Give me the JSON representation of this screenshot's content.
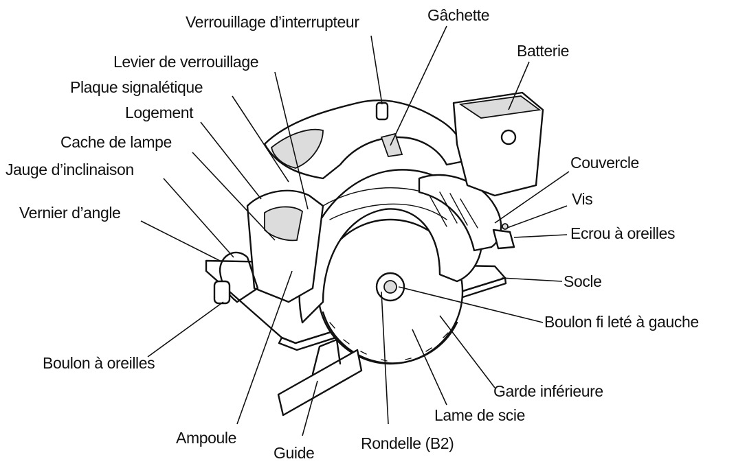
{
  "labels": {
    "switch_lock": "Verrouillage d’interrupteur",
    "trigger": "Gâchette",
    "battery": "Batterie",
    "lock_lever": "Levier de verrouillage",
    "nameplate": "Plaque signalétique",
    "housing": "Logement",
    "lamp_cover": "Cache de lampe",
    "bevel_gauge": "Jauge d’inclinaison",
    "angle_vernier": "Vernier d’angle",
    "cover": "Couvercle",
    "screw": "Vis",
    "wing_nut": "Ecrou à oreilles",
    "base": "Socle",
    "left_thread_bolt": "Boulon fi leté à gauche",
    "wing_bolt": "Boulon à oreilles",
    "lower_guard": "Garde inférieure",
    "saw_blade": "Lame de scie",
    "bulb": "Ampoule",
    "guide": "Guide",
    "washer": "Rondelle (B2)"
  }
}
